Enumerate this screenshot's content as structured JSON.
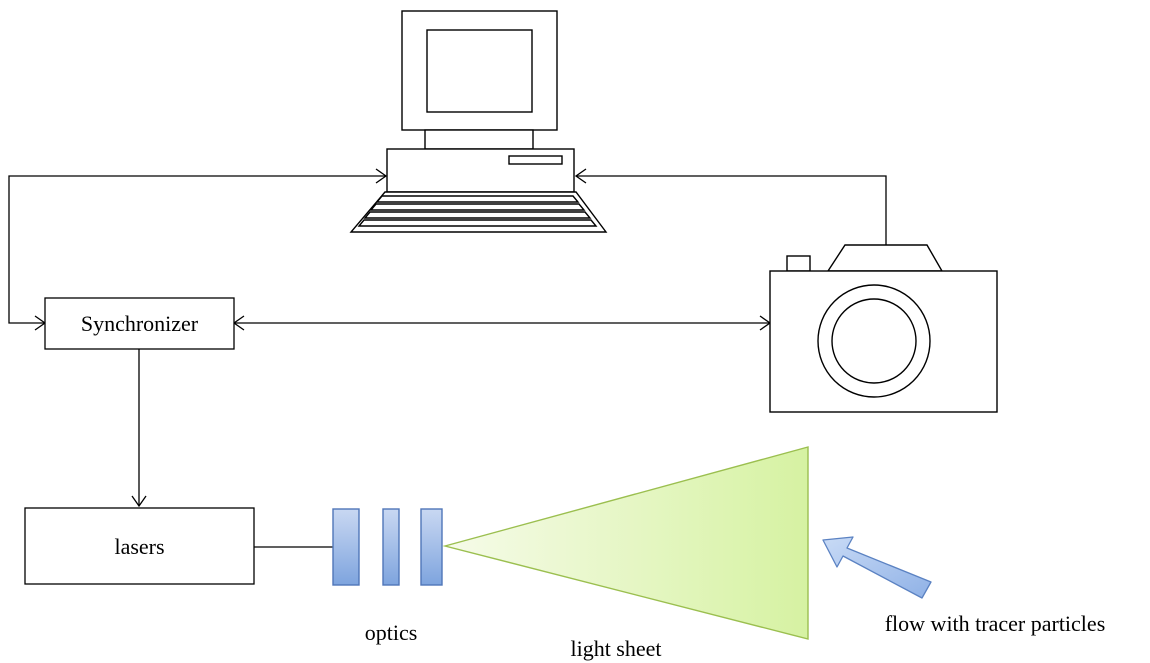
{
  "nodes": {
    "synchronizer": "Synchronizer",
    "lasers": "lasers"
  },
  "labels": {
    "optics": "optics",
    "light_sheet": "light sheet",
    "flow": "flow with tracer particles"
  },
  "icons": {
    "computer": "computer-icon",
    "camera": "camera-icon",
    "optics": "lens-icon",
    "light_sheet": "light-sheet-triangle",
    "flow": "flow-arrow-icon"
  },
  "colors": {
    "optics_fill_top": "#c9d8f2",
    "optics_fill_bottom": "#7ea4de",
    "optics_stroke": "#4f76b8",
    "sheet_light": "#f6fbe9",
    "sheet_dark": "#d6f2a2",
    "sheet_stroke": "#9bbf4f",
    "flow_arrow_fill": "#a9c4ee",
    "flow_arrow_stroke": "#5b82c2"
  }
}
